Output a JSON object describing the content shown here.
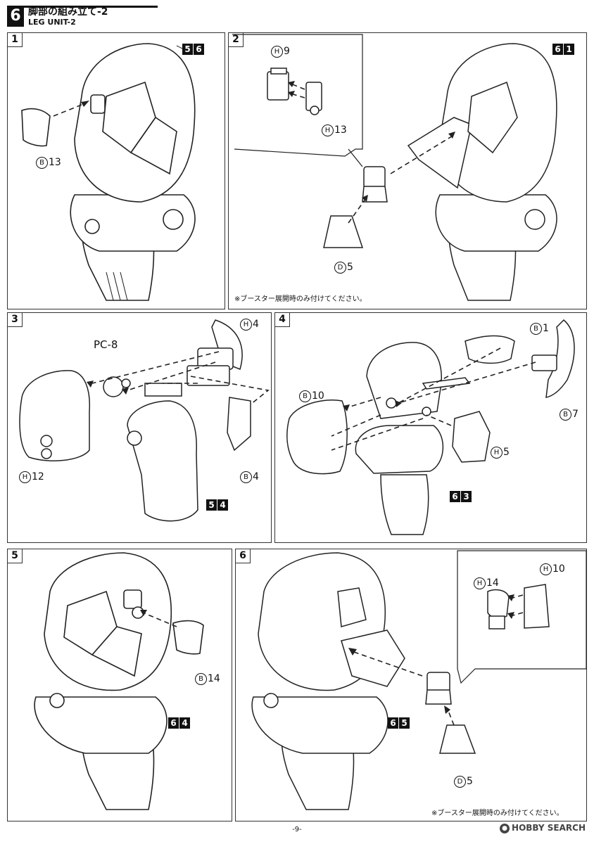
{
  "header": {
    "step_number": "6",
    "title_jp": "脚部の組み立て-2",
    "title_en": "LEG UNIT-2"
  },
  "panels": [
    {
      "num": "1",
      "ref": [
        "5",
        "6"
      ],
      "parts": [
        {
          "letter": "B",
          "code": "13"
        }
      ]
    },
    {
      "num": "2",
      "ref": [
        "6",
        "1"
      ],
      "parts": [
        {
          "letter": "H",
          "code": "9"
        },
        {
          "letter": "H",
          "code": "13"
        },
        {
          "letter": "D",
          "code": "5"
        }
      ],
      "note": "※ブースター展開時のみ付けてください。"
    },
    {
      "num": "3",
      "ref": [
        "5",
        "4"
      ],
      "pc_label": "PC-8",
      "parts": [
        {
          "letter": "H",
          "code": "4"
        },
        {
          "letter": "H",
          "code": "12"
        },
        {
          "letter": "B",
          "code": "4"
        }
      ]
    },
    {
      "num": "4",
      "ref": [
        "6",
        "3"
      ],
      "parts": [
        {
          "letter": "B",
          "code": "1"
        },
        {
          "letter": "B",
          "code": "10"
        },
        {
          "letter": "B",
          "code": "7"
        },
        {
          "letter": "H",
          "code": "5"
        }
      ]
    },
    {
      "num": "5",
      "ref": [
        "6",
        "4"
      ],
      "parts": [
        {
          "letter": "B",
          "code": "14"
        }
      ]
    },
    {
      "num": "6",
      "ref": [
        "6",
        "5"
      ],
      "parts": [
        {
          "letter": "H",
          "code": "14"
        },
        {
          "letter": "H",
          "code": "10"
        },
        {
          "letter": "D",
          "code": "5"
        }
      ],
      "note": "※ブースター展開時のみ付けてください。"
    }
  ],
  "footer": {
    "page": "-9-"
  },
  "watermark": {
    "text": "HOBBY SEARCH"
  }
}
